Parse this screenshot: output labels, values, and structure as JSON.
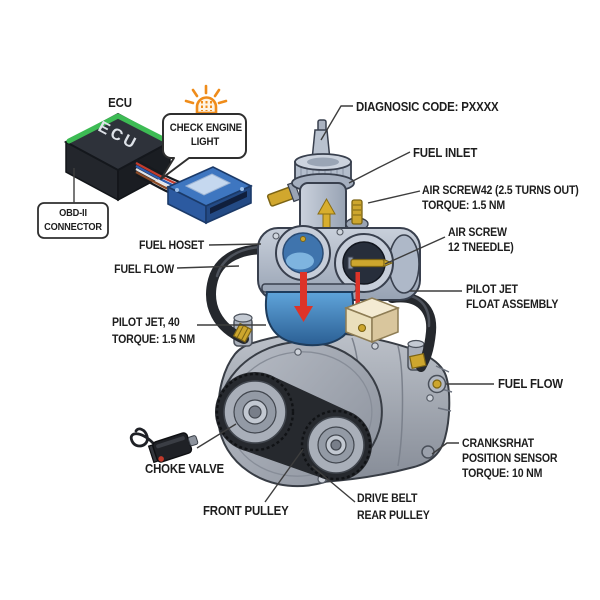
{
  "ecu": {
    "caption": "ECU",
    "box_label": "ECU"
  },
  "check_engine_light": {
    "lines": [
      "CHECK ENGINE",
      "LIGHT"
    ]
  },
  "obd_connector": {
    "lines": [
      "OBD-II",
      "CONNECTOR"
    ]
  },
  "labels": {
    "diagnostic_code": "DIAGNOSIC CODE: PXXXX",
    "fuel_inlet": "FUEL INLET",
    "air_screw_42": {
      "lines": [
        "AIR SCREW42 (2.5 TURNS OUT)",
        "TORQUE: 1.5 NM"
      ]
    },
    "air_screw_needle": {
      "lines": [
        "AIR SCREW",
        "12 TNEEDLE)"
      ]
    },
    "pilot_jet_float": {
      "lines": [
        "PILOT JET",
        "FLOAT ASSEMBLY"
      ]
    },
    "fuel_flow_right": "FUEL FLOW",
    "crank_sensor": {
      "lines": [
        "CRANKSRHAT",
        "POSITION SENSOR",
        "TORQUE: 10 NM"
      ]
    },
    "drive_belt": {
      "lines": [
        "DRIVE BELT",
        "REAR PULLEY"
      ]
    },
    "front_pulley": "FRONT PULLEY",
    "choke_valve": "CHOKE VALVE",
    "pilot_jet_left": {
      "lines": [
        "PILOT JET, 40",
        "TORQUE: 1.5 NM"
      ]
    },
    "fuel_flow_left": "FUEL FLOW",
    "fuel_hose": "FUEL HOSET"
  },
  "colors": {
    "label_text": "#1d1d1d",
    "leader_line": "#3d3d3d",
    "alert_orange": "#ef8c1a",
    "ecu_green": "#3dbb54",
    "connector_blue": "#3e76c0",
    "float_bowl_blue": "#4a90c8",
    "flow_arrow_red": "#dd3328",
    "brass": "#cda62e",
    "engine_gray": "#a9afb9",
    "belt_black": "#26292e"
  }
}
